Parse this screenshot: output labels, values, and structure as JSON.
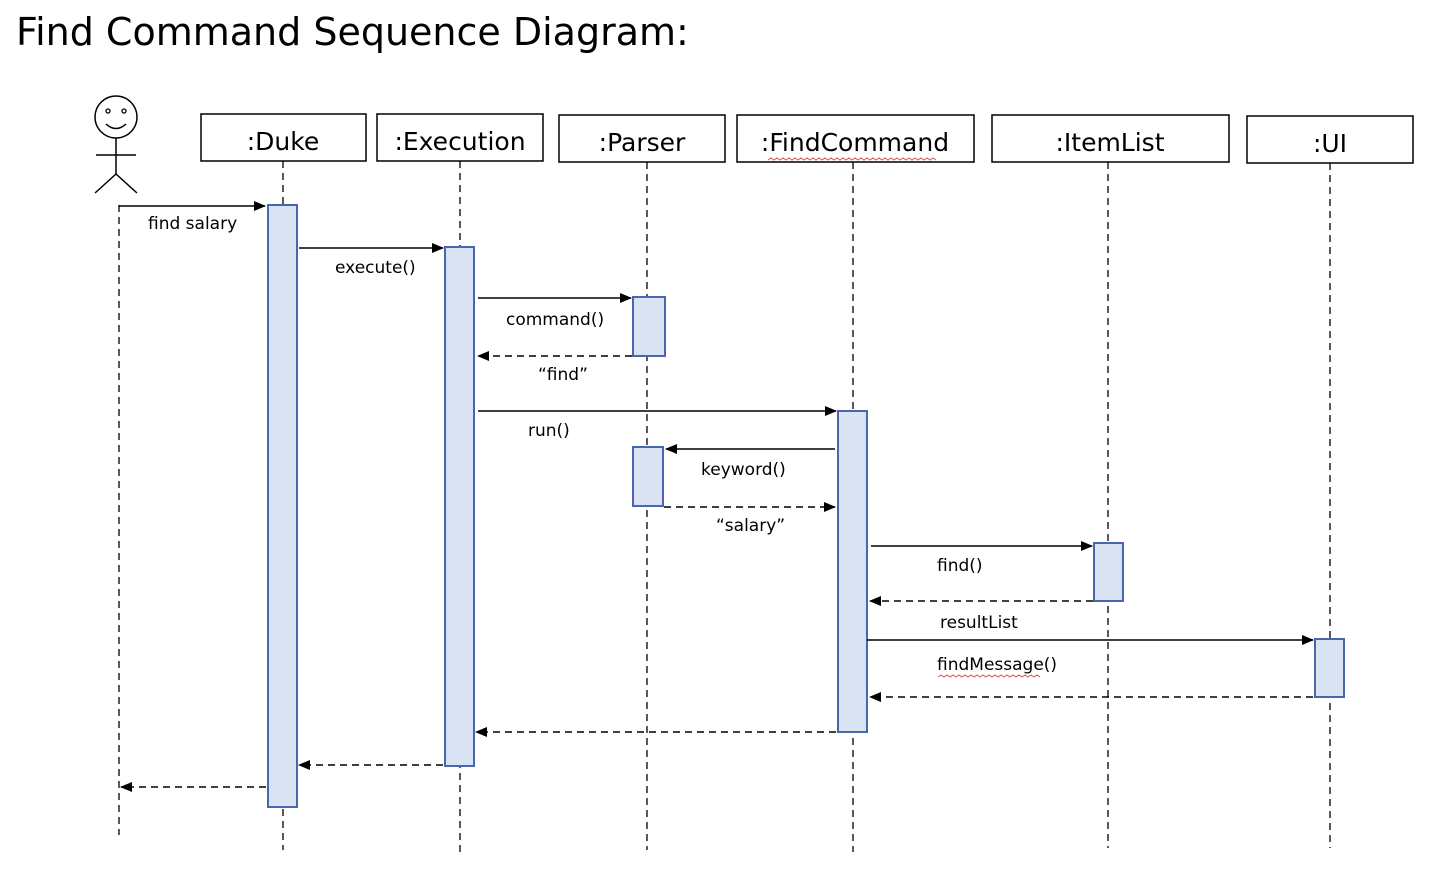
{
  "title": "Find Command Sequence Diagram:",
  "colors": {
    "activation_fill": "#dae3f3",
    "activation_stroke": "#4a66ac",
    "line": "#000000",
    "spellcheck_underline": "#d9534f"
  },
  "actor": {
    "icon": "stick-figure-actor-icon"
  },
  "participants": [
    {
      "id": "duke",
      "label": ":Duke"
    },
    {
      "id": "execution",
      "label": ":Execution"
    },
    {
      "id": "parser",
      "label": ":Parser"
    },
    {
      "id": "findcommand",
      "label": ":FindCommand",
      "spellcheck_underline": true
    },
    {
      "id": "itemlist",
      "label": ":ItemList"
    },
    {
      "id": "ui",
      "label": ":UI"
    }
  ],
  "messages": [
    {
      "from": "actor",
      "to": "duke",
      "label": "find salary",
      "kind": "call"
    },
    {
      "from": "duke",
      "to": "execution",
      "label": "execute()",
      "kind": "call"
    },
    {
      "from": "execution",
      "to": "parser",
      "label": "command()",
      "kind": "call"
    },
    {
      "from": "parser",
      "to": "execution",
      "label": "“find”",
      "kind": "return"
    },
    {
      "from": "execution",
      "to": "findcommand",
      "label": "run()",
      "kind": "call"
    },
    {
      "from": "findcommand",
      "to": "parser",
      "label": "keyword()",
      "kind": "call"
    },
    {
      "from": "parser",
      "to": "findcommand",
      "label": "“salary”",
      "kind": "return"
    },
    {
      "from": "findcommand",
      "to": "itemlist",
      "label": "find()",
      "kind": "call"
    },
    {
      "from": "itemlist",
      "to": "findcommand",
      "label": "resultList",
      "kind": "return"
    },
    {
      "from": "findcommand",
      "to": "ui",
      "label": "findMessage()",
      "kind": "call",
      "spellcheck_underline": true
    },
    {
      "from": "ui",
      "to": "findcommand",
      "label": "",
      "kind": "return"
    },
    {
      "from": "findcommand",
      "to": "execution",
      "label": "",
      "kind": "return"
    },
    {
      "from": "execution",
      "to": "duke",
      "label": "",
      "kind": "return"
    },
    {
      "from": "duke",
      "to": "actor",
      "label": "",
      "kind": "return"
    }
  ]
}
